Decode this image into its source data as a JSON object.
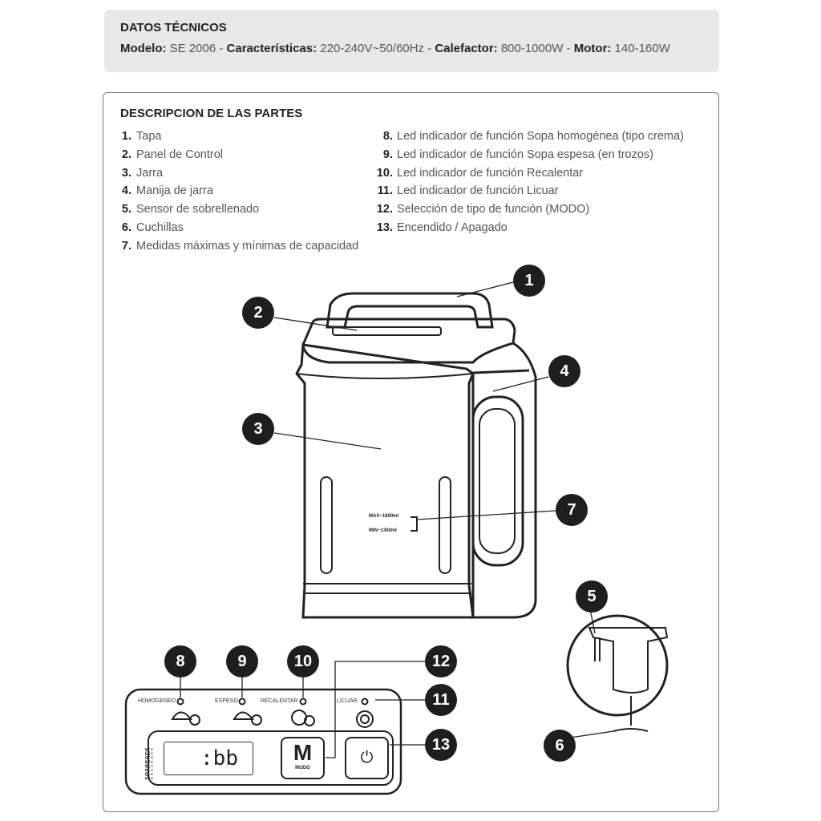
{
  "tech": {
    "title": "DATOS TÉCNICOS",
    "specs": [
      {
        "label": "Modelo:",
        "value": " SE 2006 - "
      },
      {
        "label": "Características:",
        "value": " 220-240V~50/60Hz - "
      },
      {
        "label": "Calefactor:",
        "value": " 800-1000W - "
      },
      {
        "label": "Motor:",
        "value": " 140-160W"
      }
    ]
  },
  "parts": {
    "title": "DESCRIPCION DE LAS PARTES",
    "left": [
      {
        "n": "1.",
        "t": "Tapa"
      },
      {
        "n": "2.",
        "t": "Panel de Control"
      },
      {
        "n": "3.",
        "t": "Jarra"
      },
      {
        "n": "4.",
        "t": "Manija de jarra"
      },
      {
        "n": "5.",
        "t": "Sensor de sobrellenado"
      },
      {
        "n": "6.",
        "t": "Cuchillas"
      },
      {
        "n": "7.",
        "t": "Medidas máximas y mínimas de capacidad"
      }
    ],
    "right": [
      {
        "n": "8.",
        "t": "Led indicador de función Sopa homogénea (tipo crema)"
      },
      {
        "n": "9.",
        "t": "Led indicador de función Sopa espesa (en trozos)"
      },
      {
        "n": "10.",
        "t": "Led indicador de función Recalentar"
      },
      {
        "n": "11.",
        "t": "Led indicador de función Licuar"
      },
      {
        "n": "12.",
        "t": "Selección de tipo de función (MODO)"
      },
      {
        "n": "13.",
        "t": "Encendido / Apagado"
      }
    ]
  },
  "callouts": {
    "c1": "1",
    "c2": "2",
    "c3": "3",
    "c4": "4",
    "c5": "5",
    "c6": "6",
    "c7": "7",
    "c8": "8",
    "c9": "9",
    "c10": "10",
    "c11": "11",
    "c12": "12",
    "c13": "13"
  },
  "jug": {
    "max": "MAX~1600ml",
    "min": "MIN~1300ml"
  },
  "panel": {
    "homogeneo": "HOMOGENEO",
    "espeso": "ESPESO",
    "recalentar": "RECALENTAR",
    "licuar": "LICUAR",
    "display": ":bb",
    "mode_letter": "M",
    "mode_label": "MODO",
    "power_icon": "⏻",
    "mantener": "MANTENER"
  }
}
